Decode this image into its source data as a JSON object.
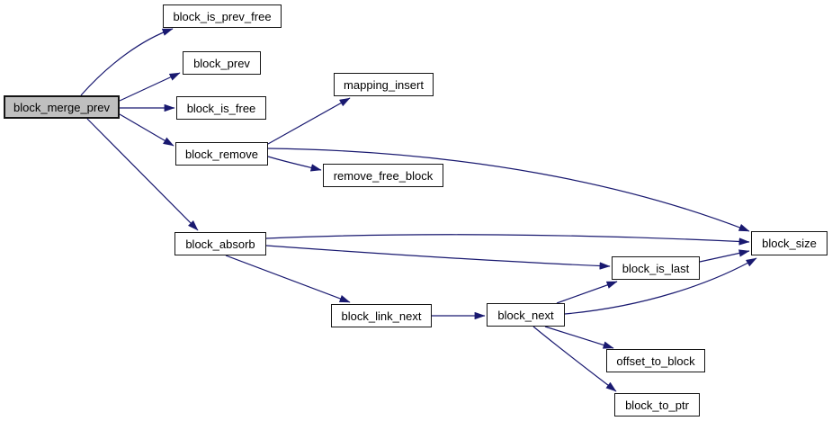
{
  "graph": {
    "type": "call-graph",
    "edge_color": "#191970",
    "node_fill": "#ffffff",
    "node_border_color": "#141414",
    "highlighted_node_fill": "#bfbfbf",
    "nodes": {
      "block_merge_prev": {
        "label": "block_merge_prev",
        "highlighted": true
      },
      "block_is_prev_free": {
        "label": "block_is_prev_free",
        "highlighted": false
      },
      "block_prev": {
        "label": "block_prev",
        "highlighted": false
      },
      "block_is_free": {
        "label": "block_is_free",
        "highlighted": false
      },
      "mapping_insert": {
        "label": "mapping_insert",
        "highlighted": false
      },
      "block_remove": {
        "label": "block_remove",
        "highlighted": false
      },
      "remove_free_block": {
        "label": "remove_free_block",
        "highlighted": false
      },
      "block_absorb": {
        "label": "block_absorb",
        "highlighted": false
      },
      "block_link_next": {
        "label": "block_link_next",
        "highlighted": false
      },
      "block_next": {
        "label": "block_next",
        "highlighted": false
      },
      "block_is_last": {
        "label": "block_is_last",
        "highlighted": false
      },
      "block_size": {
        "label": "block_size",
        "highlighted": false
      },
      "offset_to_block": {
        "label": "offset_to_block",
        "highlighted": false
      },
      "block_to_ptr": {
        "label": "block_to_ptr",
        "highlighted": false
      }
    },
    "edges": [
      {
        "from": "block_merge_prev",
        "to": "block_is_prev_free"
      },
      {
        "from": "block_merge_prev",
        "to": "block_prev"
      },
      {
        "from": "block_merge_prev",
        "to": "block_is_free"
      },
      {
        "from": "block_merge_prev",
        "to": "block_remove"
      },
      {
        "from": "block_merge_prev",
        "to": "block_absorb"
      },
      {
        "from": "block_remove",
        "to": "mapping_insert"
      },
      {
        "from": "block_remove",
        "to": "remove_free_block"
      },
      {
        "from": "block_remove",
        "to": "block_size"
      },
      {
        "from": "block_absorb",
        "to": "block_size"
      },
      {
        "from": "block_absorb",
        "to": "block_is_last"
      },
      {
        "from": "block_absorb",
        "to": "block_link_next"
      },
      {
        "from": "block_link_next",
        "to": "block_next"
      },
      {
        "from": "block_next",
        "to": "block_is_last"
      },
      {
        "from": "block_next",
        "to": "block_size"
      },
      {
        "from": "block_next",
        "to": "offset_to_block"
      },
      {
        "from": "block_next",
        "to": "block_to_ptr"
      },
      {
        "from": "block_is_last",
        "to": "block_size"
      }
    ]
  }
}
